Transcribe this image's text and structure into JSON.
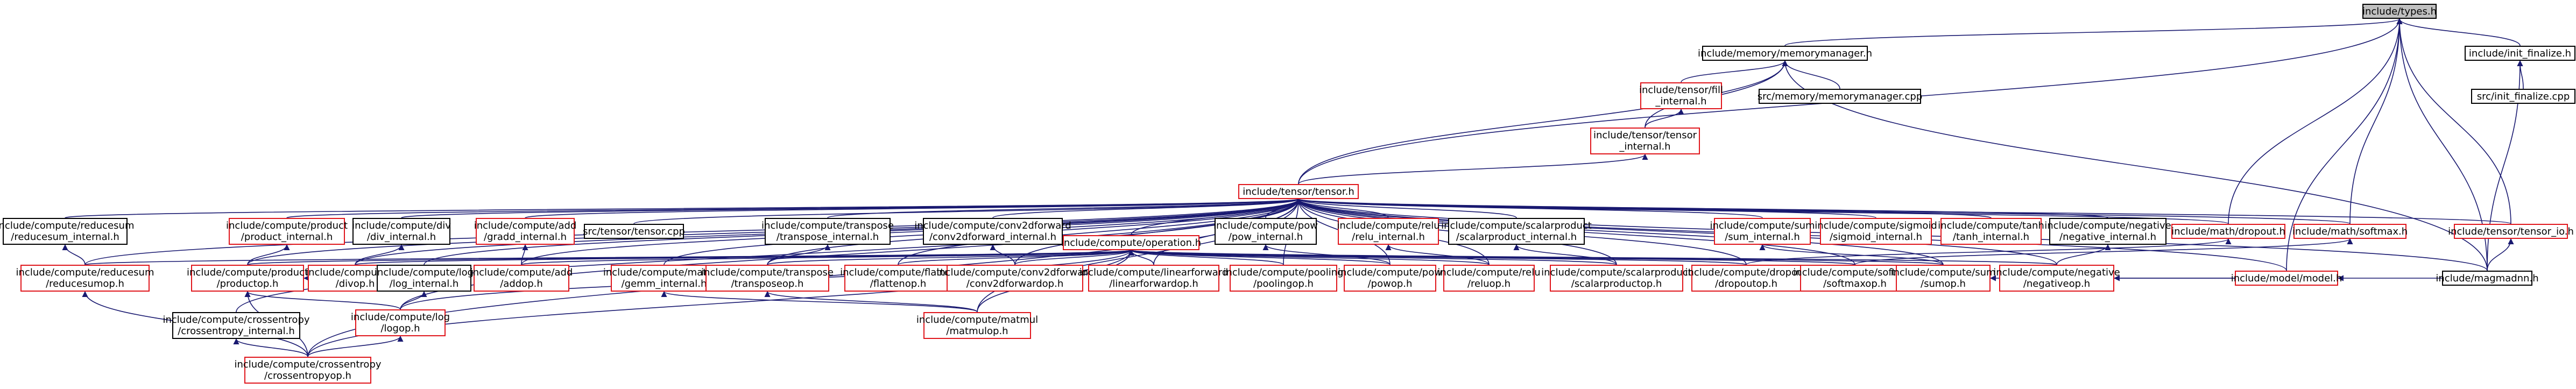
{
  "colors": {
    "edge": "#191970",
    "border_doc": "#000000",
    "border_incomplete": "#e0161c",
    "highlight": "#c0c0c0"
  },
  "nodes": {
    "types": {
      "l1": "include/types.h",
      "l2": "",
      "kind": "hl"
    },
    "memmgr": {
      "l1": "include/memory/memorymanager.h",
      "l2": "",
      "kind": "black"
    },
    "initfin": {
      "l1": "include/init_finalize.h",
      "l2": "",
      "kind": "black"
    },
    "tensorfill": {
      "l1": "include/tensor/fill",
      "l2": "_internal.h",
      "kind": "red"
    },
    "memmgrcpp": {
      "l1": "src/memory/memorymanager.cpp",
      "l2": "",
      "kind": "black"
    },
    "initfincpp": {
      "l1": "src/init_finalize.cpp",
      "l2": "",
      "kind": "black"
    },
    "tensorint": {
      "l1": "include/tensor/tensor",
      "l2": "_internal.h",
      "kind": "red"
    },
    "tensor": {
      "l1": "include/tensor/tensor.h",
      "l2": "",
      "kind": "red"
    },
    "reducesumint": {
      "l1": "include/compute/reducesum",
      "l2": "/reducesum_internal.h",
      "kind": "black"
    },
    "productint": {
      "l1": "include/compute/product",
      "l2": "/product_internal.h",
      "kind": "red"
    },
    "divint": {
      "l1": "include/compute/div",
      "l2": "/div_internal.h",
      "kind": "black"
    },
    "addint": {
      "l1": "include/compute/add",
      "l2": "/gradd_internal.h",
      "kind": "red"
    },
    "tensorcpp": {
      "l1": "src/tensor/tensor.cpp",
      "l2": "",
      "kind": "black"
    },
    "transposeint": {
      "l1": "include/compute/transpose",
      "l2": "/transpose_internal.h",
      "kind": "black"
    },
    "conv2dfwdint": {
      "l1": "include/compute/conv2dforward",
      "l2": "/conv2dforward_internal.h",
      "kind": "black"
    },
    "powint": {
      "l1": "include/compute/pow",
      "l2": "/pow_internal.h",
      "kind": "black"
    },
    "reluint": {
      "l1": "include/compute/relu",
      "l2": "/relu_internal.h",
      "kind": "red"
    },
    "scalarprodint": {
      "l1": "include/compute/scalarproduct",
      "l2": "/scalarproduct_internal.h",
      "kind": "black"
    },
    "sumint": {
      "l1": "include/compute/sum",
      "l2": "/sum_internal.h",
      "kind": "red"
    },
    "sigmoidint": {
      "l1": "include/compute/sigmoid",
      "l2": "/sigmoid_internal.h",
      "kind": "red"
    },
    "tanhint": {
      "l1": "include/compute/tanh",
      "l2": "/tanh_internal.h",
      "kind": "red"
    },
    "negativeint": {
      "l1": "include/compute/negative",
      "l2": "/negative_internal.h",
      "kind": "black"
    },
    "dropout": {
      "l1": "include/math/dropout.h",
      "l2": "",
      "kind": "red"
    },
    "softmax": {
      "l1": "include/math/softmax.h",
      "l2": "",
      "kind": "red"
    },
    "tensorio": {
      "l1": "include/tensor/tensor_io.h",
      "l2": "",
      "kind": "red"
    },
    "operation": {
      "l1": "include/compute/operation.h",
      "l2": "",
      "kind": "red"
    },
    "reducesumop": {
      "l1": "include/compute/reducesum",
      "l2": "/reducesumop.h",
      "kind": "red"
    },
    "productop": {
      "l1": "include/compute/product",
      "l2": "/productop.h",
      "kind": "red"
    },
    "divop": {
      "l1": "include/compute/div",
      "l2": "/divop.h",
      "kind": "red"
    },
    "logint": {
      "l1": "include/compute/log",
      "l2": "/log_internal.h",
      "kind": "black"
    },
    "addop": {
      "l1": "include/compute/add",
      "l2": "/addop.h",
      "kind": "red"
    },
    "matmulint": {
      "l1": "include/compute/matmul",
      "l2": "/gemm_internal.h",
      "kind": "red"
    },
    "transposeop": {
      "l1": "include/compute/transpose",
      "l2": "/transposeop.h",
      "kind": "red"
    },
    "flattenop": {
      "l1": "include/compute/flatten",
      "l2": "/flattenop.h",
      "kind": "red"
    },
    "conv2dfwdop": {
      "l1": "include/compute/conv2dforward",
      "l2": "/conv2dforwardop.h",
      "kind": "red"
    },
    "linfwdop": {
      "l1": "include/compute/linearforward",
      "l2": "/linearforwardop.h",
      "kind": "red"
    },
    "poolingop": {
      "l1": "include/compute/pooling",
      "l2": "/poolingop.h",
      "kind": "red"
    },
    "powop": {
      "l1": "include/compute/pow",
      "l2": "/powop.h",
      "kind": "red"
    },
    "reluop": {
      "l1": "include/compute/relu",
      "l2": "/reluop.h",
      "kind": "red"
    },
    "scalarprodop": {
      "l1": "include/compute/scalarproduct",
      "l2": "/scalarproductop.h",
      "kind": "red"
    },
    "dropoutop": {
      "l1": "include/compute/dropout",
      "l2": "/dropoutop.h",
      "kind": "red"
    },
    "softmaxop": {
      "l1": "include/compute/softmax",
      "l2": "/softmaxop.h",
      "kind": "red"
    },
    "sumop": {
      "l1": "include/compute/sum",
      "l2": "/sumop.h",
      "kind": "red"
    },
    "negativeop": {
      "l1": "include/compute/negative",
      "l2": "/negativeop.h",
      "kind": "red"
    },
    "model": {
      "l1": "include/model/model.h",
      "l2": "",
      "kind": "red"
    },
    "magmadnn": {
      "l1": "include/magmadnn.h",
      "l2": "",
      "kind": "black"
    },
    "logop": {
      "l1": "include/compute/log",
      "l2": "/logop.h",
      "kind": "red"
    },
    "crossentint": {
      "l1": "include/compute/crossentropy",
      "l2": "/crossentropy_internal.h",
      "kind": "black"
    },
    "matmulop": {
      "l1": "include/compute/matmul",
      "l2": "/matmulop.h",
      "kind": "red"
    },
    "crossentop": {
      "l1": "include/compute/crossentropy",
      "l2": "/crossentropyop.h",
      "kind": "red"
    }
  },
  "edges": [
    [
      "memmgr",
      "types"
    ],
    [
      "initfin",
      "types"
    ],
    [
      "tensor",
      "types"
    ],
    [
      "magmadnn",
      "types"
    ],
    [
      "model",
      "types"
    ],
    [
      "dropout",
      "types"
    ],
    [
      "softmax",
      "types"
    ],
    [
      "tensorio",
      "types"
    ],
    [
      "tensorfill",
      "memmgr"
    ],
    [
      "memmgrcpp",
      "memmgr"
    ],
    [
      "tensorint",
      "memmgr"
    ],
    [
      "tensor",
      "memmgr"
    ],
    [
      "magmadnn",
      "memmgr"
    ],
    [
      "initfincpp",
      "initfin"
    ],
    [
      "magmadnn",
      "initfin"
    ],
    [
      "tensorint",
      "tensorfill"
    ],
    [
      "tensor",
      "tensorint"
    ],
    [
      "reducesumint",
      "tensor"
    ],
    [
      "productint",
      "tensor"
    ],
    [
      "divint",
      "tensor"
    ],
    [
      "addint",
      "tensor"
    ],
    [
      "tensorcpp",
      "tensor"
    ],
    [
      "transposeint",
      "tensor"
    ],
    [
      "conv2dfwdint",
      "tensor"
    ],
    [
      "powint",
      "tensor"
    ],
    [
      "reluint",
      "tensor"
    ],
    [
      "scalarprodint",
      "tensor"
    ],
    [
      "sumint",
      "tensor"
    ],
    [
      "sigmoidint",
      "tensor"
    ],
    [
      "tanhint",
      "tensor"
    ],
    [
      "negativeint",
      "tensor"
    ],
    [
      "dropout",
      "tensor"
    ],
    [
      "softmax",
      "tensor"
    ],
    [
      "tensorio",
      "tensor"
    ],
    [
      "operation",
      "tensor"
    ],
    [
      "reducesumop",
      "tensor"
    ],
    [
      "productop",
      "tensor"
    ],
    [
      "divop",
      "tensor"
    ],
    [
      "logint",
      "tensor"
    ],
    [
      "addop",
      "tensor"
    ],
    [
      "matmulint",
      "tensor"
    ],
    [
      "transposeop",
      "tensor"
    ],
    [
      "flattenop",
      "tensor"
    ],
    [
      "conv2dfwdop",
      "tensor"
    ],
    [
      "linfwdop",
      "tensor"
    ],
    [
      "poolingop",
      "tensor"
    ],
    [
      "powop",
      "tensor"
    ],
    [
      "reluop",
      "tensor"
    ],
    [
      "scalarprodop",
      "tensor"
    ],
    [
      "dropoutop",
      "tensor"
    ],
    [
      "softmaxop",
      "tensor"
    ],
    [
      "sumop",
      "tensor"
    ],
    [
      "negativeop",
      "tensor"
    ],
    [
      "model",
      "tensor"
    ],
    [
      "magmadnn",
      "tensor"
    ],
    [
      "logop",
      "tensor"
    ],
    [
      "crossentint",
      "tensor"
    ],
    [
      "matmulop",
      "tensor"
    ],
    [
      "crossentop",
      "tensor"
    ],
    [
      "reducesumop",
      "reducesumint"
    ],
    [
      "productop",
      "productint"
    ],
    [
      "divop",
      "divint"
    ],
    [
      "addop",
      "addint"
    ],
    [
      "transposeop",
      "transposeint"
    ],
    [
      "conv2dfwdop",
      "conv2dfwdint"
    ],
    [
      "powop",
      "powint"
    ],
    [
      "reluop",
      "reluint"
    ],
    [
      "scalarprodop",
      "scalarprodint"
    ],
    [
      "sumop",
      "sumint"
    ],
    [
      "negativeop",
      "negativeint"
    ],
    [
      "dropoutop",
      "dropout"
    ],
    [
      "softmaxop",
      "softmax"
    ],
    [
      "magmadnn",
      "tensorio"
    ],
    [
      "magmadnn",
      "model"
    ],
    [
      "reducesumop",
      "operation"
    ],
    [
      "productop",
      "operation"
    ],
    [
      "divop",
      "operation"
    ],
    [
      "addop",
      "operation"
    ],
    [
      "transposeop",
      "operation"
    ],
    [
      "flattenop",
      "operation"
    ],
    [
      "conv2dfwdop",
      "operation"
    ],
    [
      "linfwdop",
      "operation"
    ],
    [
      "poolingop",
      "operation"
    ],
    [
      "powop",
      "operation"
    ],
    [
      "reluop",
      "operation"
    ],
    [
      "scalarprodop",
      "operation"
    ],
    [
      "dropoutop",
      "operation"
    ],
    [
      "softmaxop",
      "operation"
    ],
    [
      "sumop",
      "operation"
    ],
    [
      "negativeop",
      "operation"
    ],
    [
      "logop",
      "operation"
    ],
    [
      "matmulop",
      "operation"
    ],
    [
      "crossentop",
      "operation"
    ],
    [
      "logop",
      "logint"
    ],
    [
      "matmulop",
      "matmulint"
    ],
    [
      "crossentop",
      "crossentint"
    ],
    [
      "crossentop",
      "reducesumop"
    ],
    [
      "crossentop",
      "productop"
    ],
    [
      "crossentop",
      "logop"
    ],
    [
      "logop",
      "productop"
    ],
    [
      "divop",
      "productop"
    ],
    [
      "matmulop",
      "transposeop"
    ],
    [
      "model",
      "sumop"
    ],
    [
      "model",
      "negativeop"
    ]
  ]
}
